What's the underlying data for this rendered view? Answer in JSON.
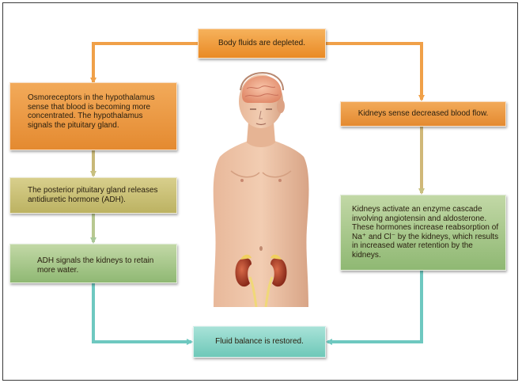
{
  "boxes": {
    "top": "Body fluids are depleted.",
    "left_1": "Osmoreceptors in the hypothalamus sense that blood is becoming more concentrated. The  hypothalamus signals the pituitary gland.",
    "left_2": "The posterior pituitary gland releases antidiuretic hormone (ADH).",
    "left_3": "ADH signals the kidneys to retain more water.",
    "right_1": "Kidneys sense decreased blood flow.",
    "right_2": "Kidneys activate an enzyme cascade involving angiotensin and aldosterone. These hormones increase reabsorption of Na⁺ and Cl⁻ by the kidneys, which results in increased water retention by the kidneys.",
    "bottom": "Fluid balance is restored."
  },
  "colors": {
    "orange_arrow": "#f0a048",
    "olive_arrow": "#c8c080",
    "green_arrow": "#8fc8a8",
    "teal_arrow": "#6ec8c0"
  }
}
